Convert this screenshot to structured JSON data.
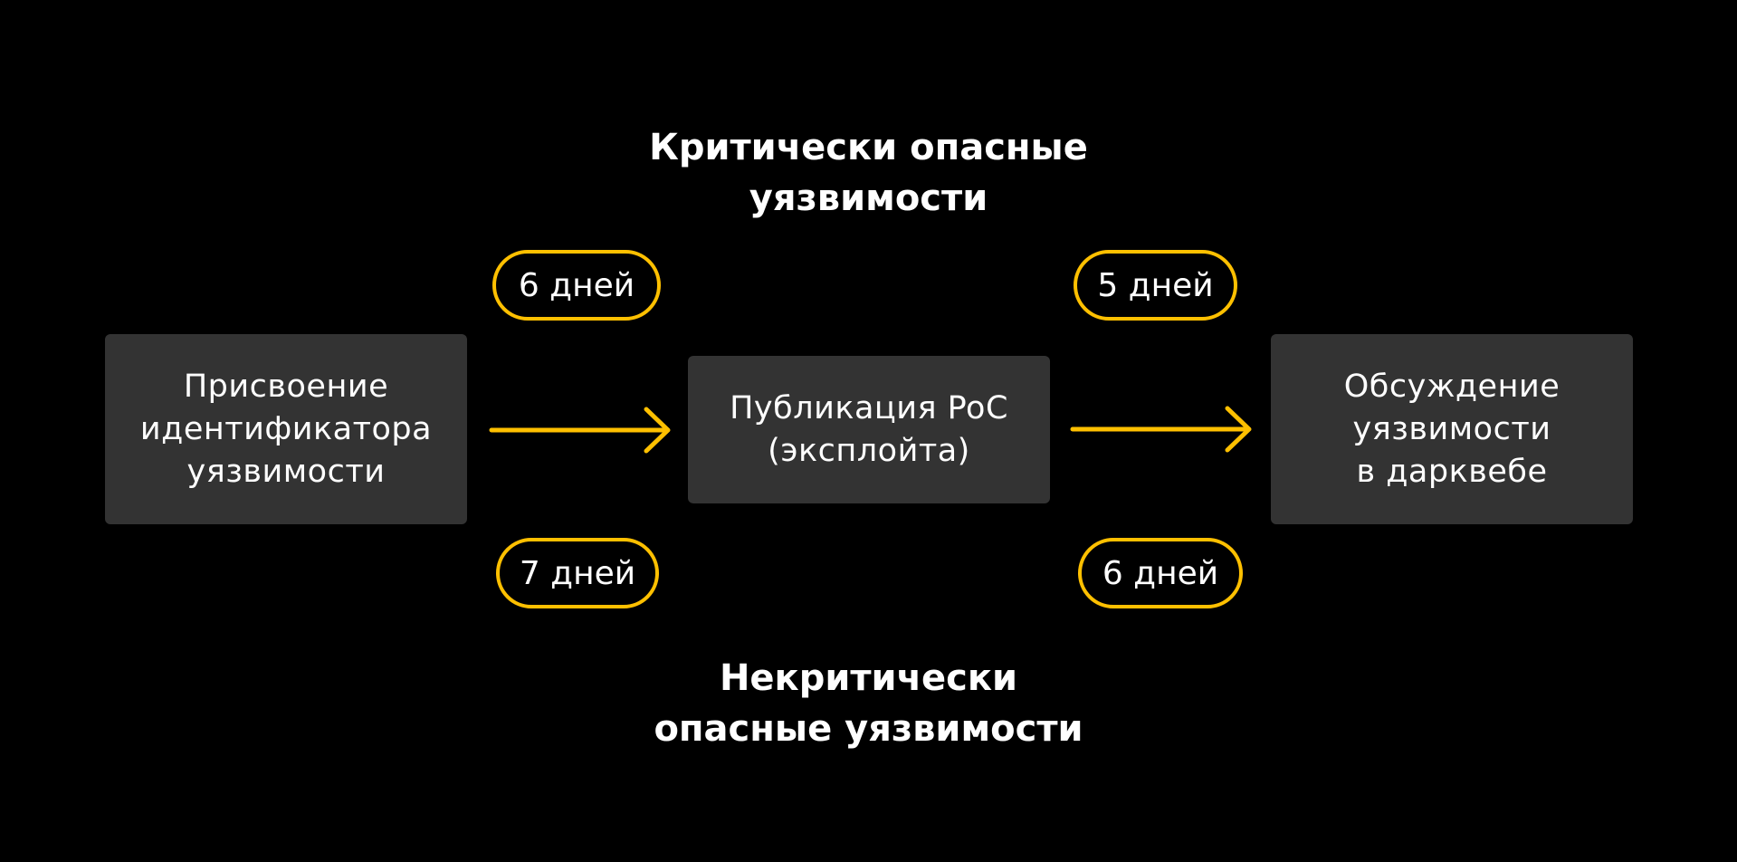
{
  "headings": {
    "critical": "Критически опасные\nуязвимости",
    "non_critical": "Некритически\nопасные уязвимости"
  },
  "steps": [
    {
      "label": "Присвоение\nидентификатора\nуязвимости"
    },
    {
      "label": "Публикация PoC\n(эксплойта)"
    },
    {
      "label": "Обсуждение\nуязвимости\nв дарквебе"
    }
  ],
  "durations": {
    "critical": [
      "6 дней",
      "5 дней"
    ],
    "non_critical": [
      "7 дней",
      "6 дней"
    ]
  },
  "colors": {
    "background": "#000000",
    "box": "#333333",
    "accent": "#ffc000",
    "text": "#ffffff"
  }
}
